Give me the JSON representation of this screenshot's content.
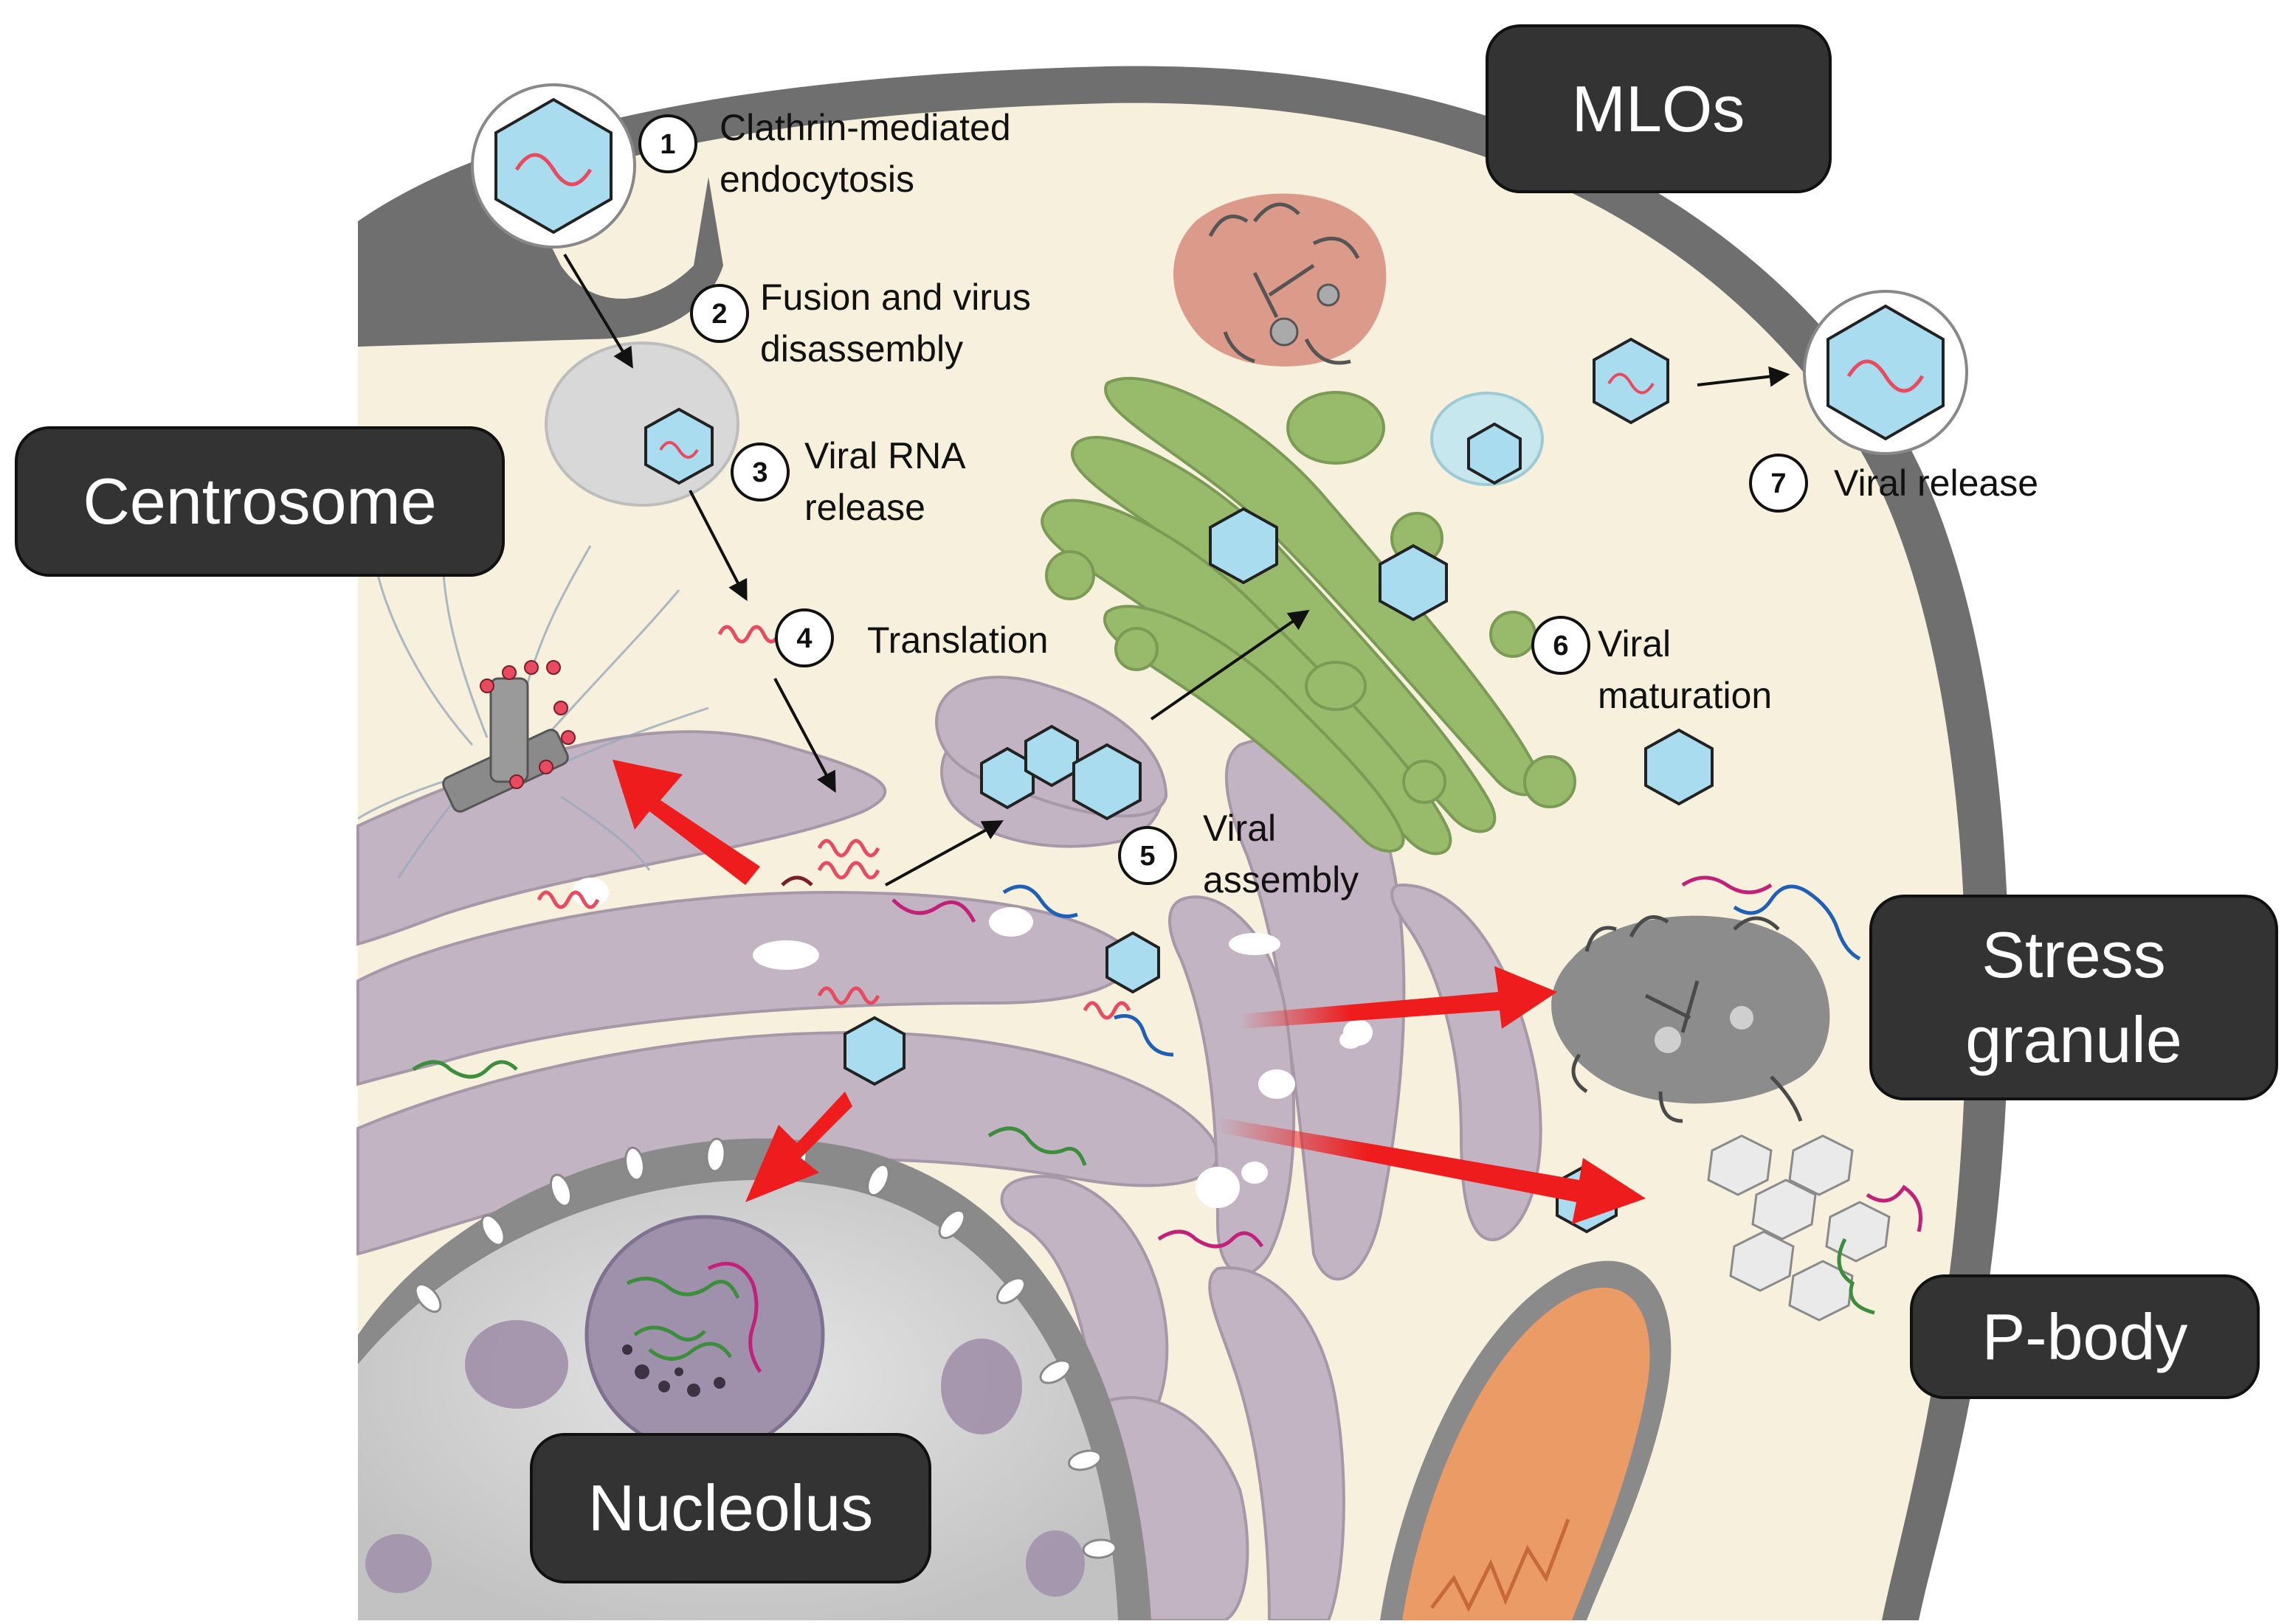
{
  "labels": {
    "mlos": "MLOs",
    "centrosome": "Centrosome",
    "stress_granule_line1": "Stress",
    "stress_granule_line2": "granule",
    "p_body": "P-body",
    "nucleolus": "Nucleolus"
  },
  "steps": [
    {
      "number": "1",
      "line1": "Clathrin-mediated",
      "line2": "endocytosis"
    },
    {
      "number": "2",
      "line1": "Fusion and virus",
      "line2": "disassembly"
    },
    {
      "number": "3",
      "line1": "Viral RNA",
      "line2": "release"
    },
    {
      "number": "4",
      "line1": "Translation",
      "line2": ""
    },
    {
      "number": "5",
      "line1": "Viral",
      "line2": "assembly"
    },
    {
      "number": "6",
      "line1": "Viral",
      "line2": "maturation"
    },
    {
      "number": "7",
      "line1": "Viral release",
      "line2": ""
    }
  ],
  "colors": {
    "cytoplasm": "#f6f0dc",
    "membrane": "#6d6d6d",
    "er": "#c2b4c3",
    "golgi": "#97ba6b",
    "nucleus": "#d2d2d2",
    "nucleolus": "#9f90ac",
    "virus_capsid": "#a9dcee",
    "rna": "#e84a5f",
    "label_box": "#333333",
    "big_arrow": "#ee1c1c",
    "mitochondrion": "#eb9b66"
  }
}
